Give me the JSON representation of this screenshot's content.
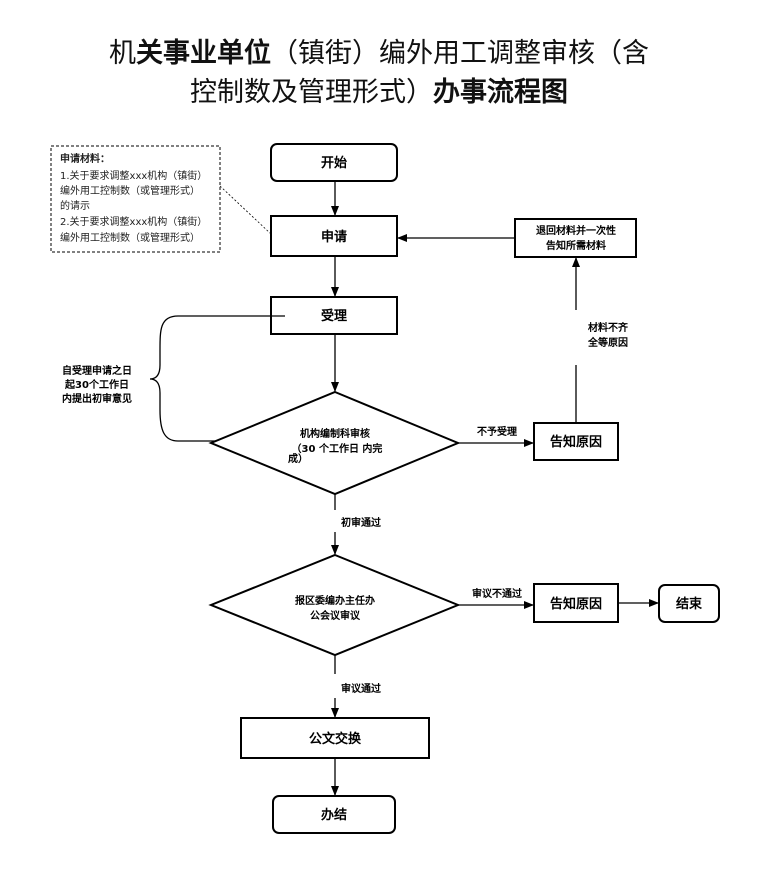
{
  "title": {
    "line1_prefix": "机",
    "line1_bold": "关事业单位",
    "line1_rest": "（镇街）编外用工调整审核（含",
    "line2_normal": "控制数及管理形式）",
    "line2_bold": "办事流程图"
  },
  "materials": {
    "heading": "申请材料：",
    "lines": [
      "1.关于要求调整xxx机构（镇街）",
      "编外用工控制数（或管理形式）",
      "的请示",
      "2.关于要求调整xxx机构（镇街）",
      "编外用工控制数（或管理形式）"
    ]
  },
  "nodes": {
    "start": "开始",
    "apply": "申请",
    "accept": "受理",
    "review_line1": "机构编制科审核",
    "review_line2": "（30 个工作日 内完",
    "review_line3": "成）",
    "meeting_line1": "报区委编办主任办",
    "meeting_line2": "公会议审议",
    "inform1": "告知原因",
    "inform2": "告知原因",
    "end": "结束",
    "return_line1": "退回材料并一次性",
    "return_line2": "告知所需材料",
    "doc_exchange": "公文交换",
    "done": "办结"
  },
  "edges": {
    "reject": "不予受理",
    "first_pass": "初审通过",
    "meeting_fail": "审议不通过",
    "meeting_pass": "审议通过",
    "incomplete_line1": "材料不齐",
    "incomplete_line2": "全等原因"
  },
  "brace_note": [
    "自受理申请之日",
    "起30个工作日",
    "内提出初审意见"
  ]
}
